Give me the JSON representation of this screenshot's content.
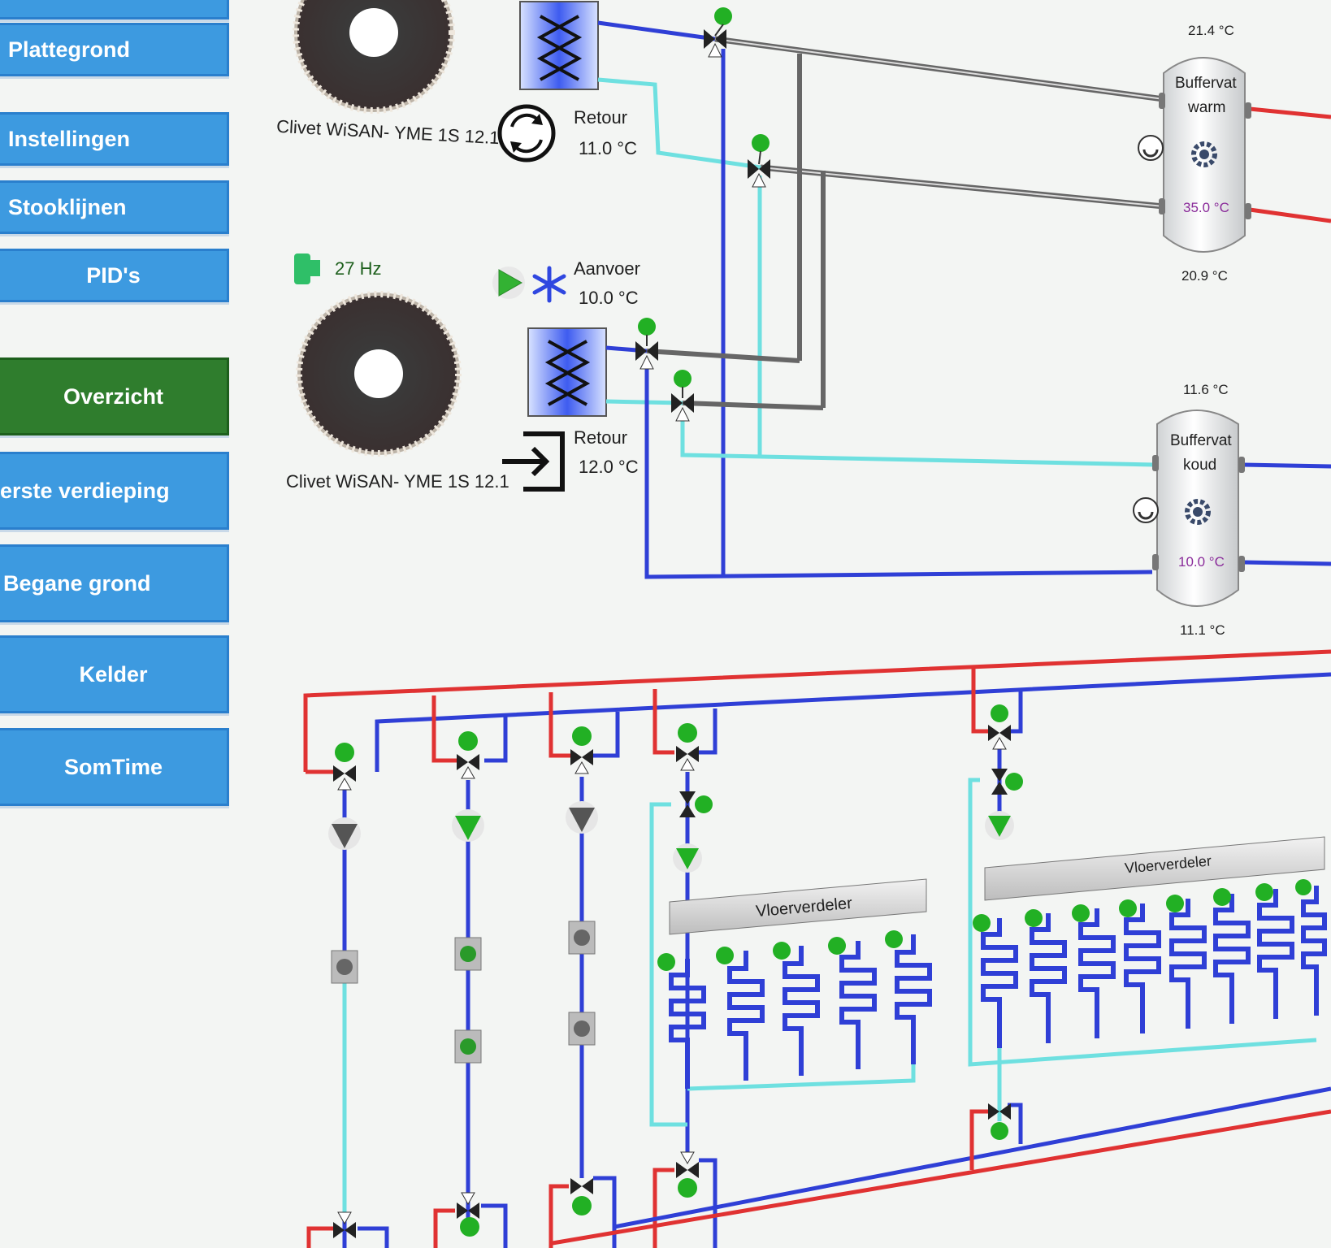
{
  "nav": {
    "items": [
      {
        "label": "Plattegrond"
      },
      {
        "label": "Instellingen"
      },
      {
        "label": "Stooklijnen"
      },
      {
        "label": "PID's"
      },
      {
        "label": "Overzicht",
        "active": true
      },
      {
        "label": "erste verdieping"
      },
      {
        "label": "Begane grond"
      },
      {
        "label": "Kelder"
      },
      {
        "label": "SomTime"
      }
    ]
  },
  "heatpump1": {
    "model": "Clivet WiSAN- YME 1S 12.1",
    "retour_label": "Retour",
    "retour_temp": "11.0 °C",
    "mode_icon": "cycle-icon"
  },
  "heatpump2": {
    "model": "Clivet WiSAN- YME 1S 12.1",
    "frequency": "27 Hz",
    "aanvoer_label": "Aanvoer",
    "aanvoer_temp": "10.0 °C",
    "retour_label": "Retour",
    "retour_temp": "12.0 °C",
    "mode_icon": "snowflake-icon",
    "run_icon": "play-icon",
    "entry_icon": "enter-icon"
  },
  "buffer_warm": {
    "title_line1": "Buffervat",
    "title_line2": "warm",
    "top_temp": "21.4 °C",
    "mid_temp": "35.0 °C",
    "bottom_temp": "20.9 °C"
  },
  "buffer_cold": {
    "title_line1": "Buffervat",
    "title_line2": "koud",
    "top_temp": "11.6 °C",
    "mid_temp": "10.0 °C",
    "bottom_temp": "11.1 °C"
  },
  "manifolds": [
    {
      "label": "Vloerverdeler"
    },
    {
      "label": "Vloerverdeler"
    }
  ],
  "colors": {
    "supply": "#e03232",
    "return": "#2f3fd6",
    "cold": "#6ee0e0",
    "pipe_grey": "#666666",
    "nav_blue": "#3d9ae0",
    "nav_active": "#2f7d2d",
    "valve_green": "#22b024"
  }
}
